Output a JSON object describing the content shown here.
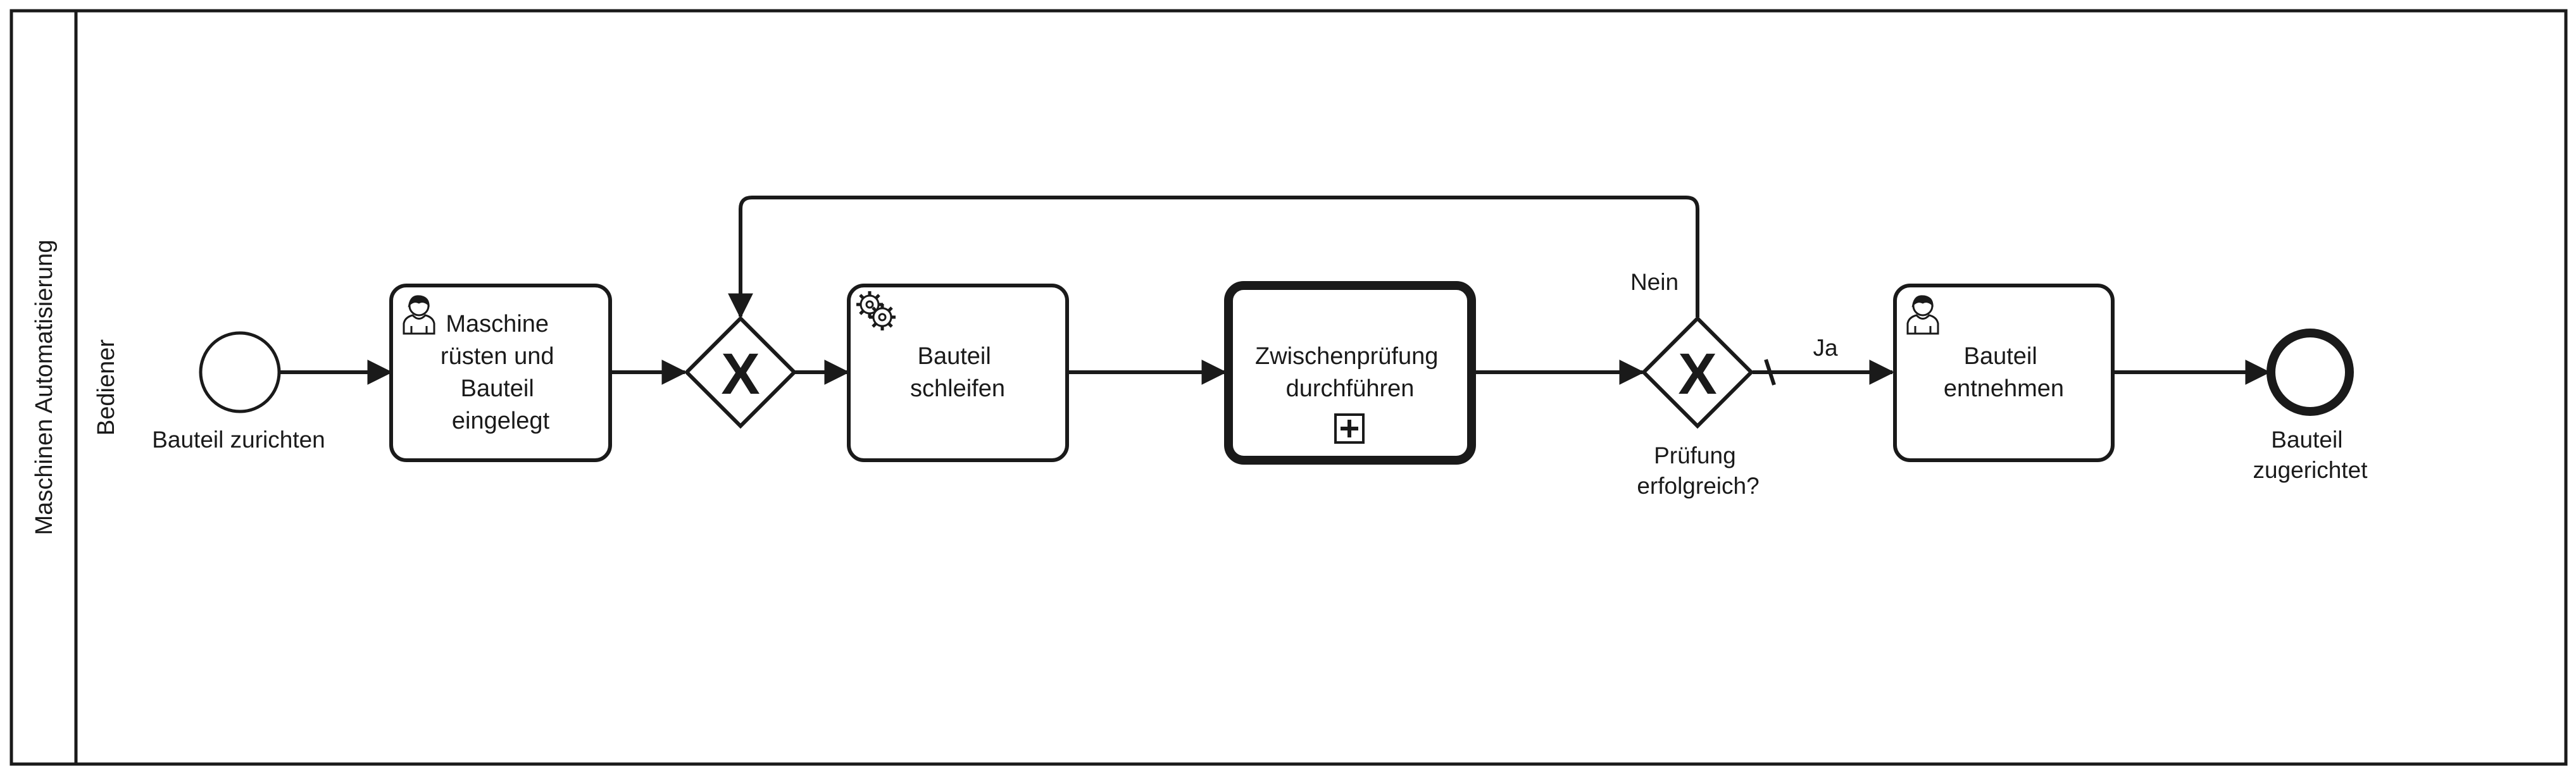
{
  "pool": {
    "name": "Maschinen Automatisierung"
  },
  "lane": {
    "name": "Bediener"
  },
  "events": {
    "start": {
      "label": "Bauteil zurichten"
    },
    "end": {
      "label_lines": [
        "Bauteil",
        "zugerichtet"
      ]
    }
  },
  "tasks": {
    "prepare": {
      "type": "user-task",
      "icon": "user-icon",
      "label_lines": [
        "Maschine",
        "rüsten und",
        "Bauteil",
        "eingelegt"
      ]
    },
    "grind": {
      "type": "service-task",
      "icon": "gear-icon",
      "label_lines": [
        "Bauteil",
        "schleifen"
      ]
    },
    "inspect": {
      "type": "collapsed-subprocess",
      "icon": "plus-box-icon",
      "label_lines": [
        "Zwischenprüfung",
        "durchführen"
      ]
    },
    "remove": {
      "type": "user-task",
      "icon": "user-icon",
      "label_lines": [
        "Bauteil",
        "entnehmen"
      ]
    }
  },
  "gateways": {
    "merge": {
      "type": "exclusive",
      "symbol": "X"
    },
    "check": {
      "type": "exclusive",
      "symbol": "X",
      "label_lines": [
        "Prüfung",
        "erfolgreich?"
      ]
    }
  },
  "flows": {
    "no": {
      "label": "Nein"
    },
    "yes": {
      "label": "Ja",
      "marker": "default-flow"
    }
  },
  "colors": {
    "stroke": "#1a1a1a",
    "background": "#ffffff"
  }
}
